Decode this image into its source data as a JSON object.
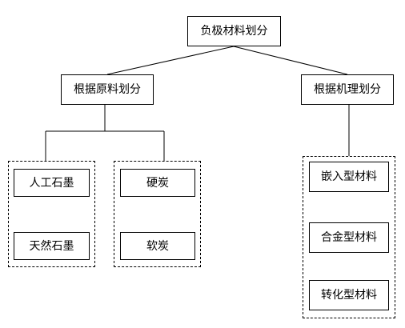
{
  "diagram": {
    "root": "负极材料划分",
    "by_raw_material": {
      "label": "根据原料划分",
      "graphite": [
        "人工石墨",
        "天然石墨"
      ],
      "carbon": [
        "硬炭",
        "软炭"
      ]
    },
    "by_mechanism": {
      "label": "根据机理划分",
      "types": [
        "嵌入型材料",
        "合金型材料",
        "转化型材料"
      ]
    }
  }
}
